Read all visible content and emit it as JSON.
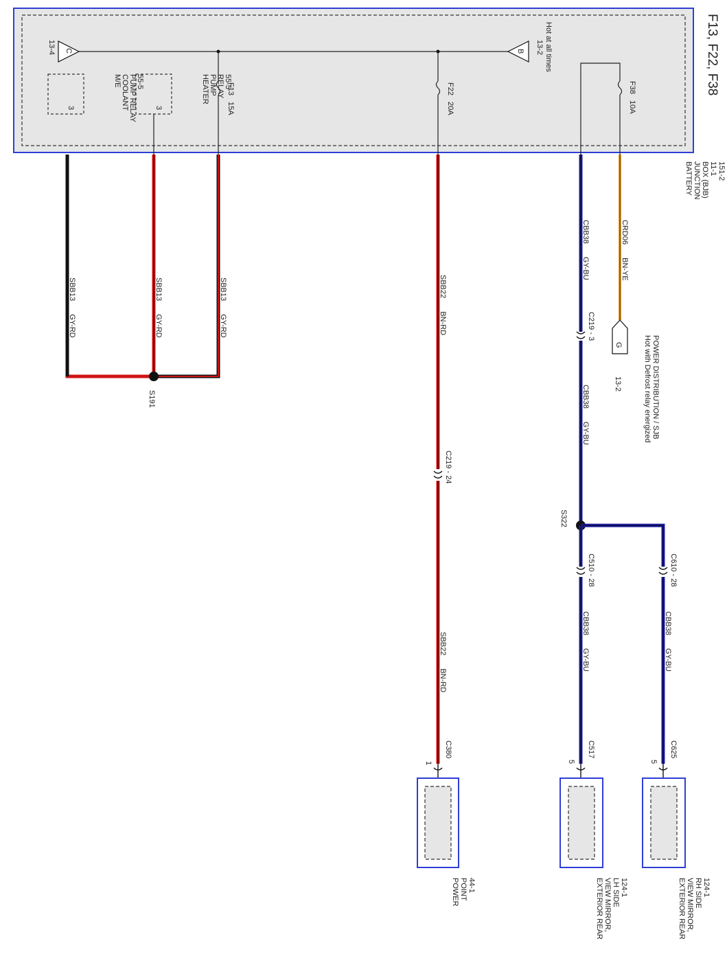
{
  "title": "F13, F22, F38",
  "sjb": {
    "name_lines": [
      "BATTERY",
      "JUNCTION",
      "BOX (BJB)",
      "11-1",
      "151-2"
    ],
    "hot_at_all_times": "Hot at all times",
    "ref_b_page": "13-2",
    "ref_b_letter": "B",
    "ref_c_page": "13-4",
    "ref_c_letter": "C"
  },
  "fuses": [
    {
      "id": "F38",
      "rating": "10A"
    },
    {
      "id": "F22",
      "rating": "20A"
    },
    {
      "id": "F13",
      "rating": "15A"
    }
  ],
  "relays": [
    {
      "name_lines": [
        "HEATER",
        "PUMP",
        "RELAY",
        "55-5"
      ],
      "pin": "3"
    },
    {
      "name_lines": [
        "M/E",
        "COOLANT",
        "PUMP RELAY",
        "55-5"
      ],
      "pin": "3"
    }
  ],
  "wires": {
    "crd06": {
      "circuit": "CRD06",
      "color": "BN-YE"
    },
    "cbb38": {
      "circuit": "CBB38",
      "color": "GY-BU"
    },
    "sbb22": {
      "circuit": "SBB22",
      "color": "BN-RD"
    },
    "sbb13": {
      "circuit": "SBB13",
      "color": "GY-RD"
    }
  },
  "defrost": {
    "note_lines": [
      "Hot with Defrost relay energized",
      "POWER DISTRIBUTION / SJB"
    ],
    "ref_letter": "G",
    "ref_page": "13-2"
  },
  "connectors": {
    "c219_3": "C219 - 3",
    "c219_24": "C219 - 24",
    "c510_28": "C510 - 28",
    "c610_28": "C610 - 28",
    "c517": "C517",
    "c625": "C625",
    "c380": "C380",
    "pin_c517": "5",
    "pin_c625": "5",
    "pin_c380": "1"
  },
  "splices": {
    "s322": "S322",
    "s191": "S191"
  },
  "devices": [
    {
      "name_lines": [
        "EXTERIOR REAR",
        "VIEW MIRROR,",
        "RH SIDE",
        "124-1"
      ]
    },
    {
      "name_lines": [
        "EXTERIOR REAR",
        "VIEW MIRROR,",
        "LH SIDE",
        "124-1"
      ]
    },
    {
      "name_lines": [
        "POWER",
        "POINT",
        "44-1"
      ]
    }
  ]
}
